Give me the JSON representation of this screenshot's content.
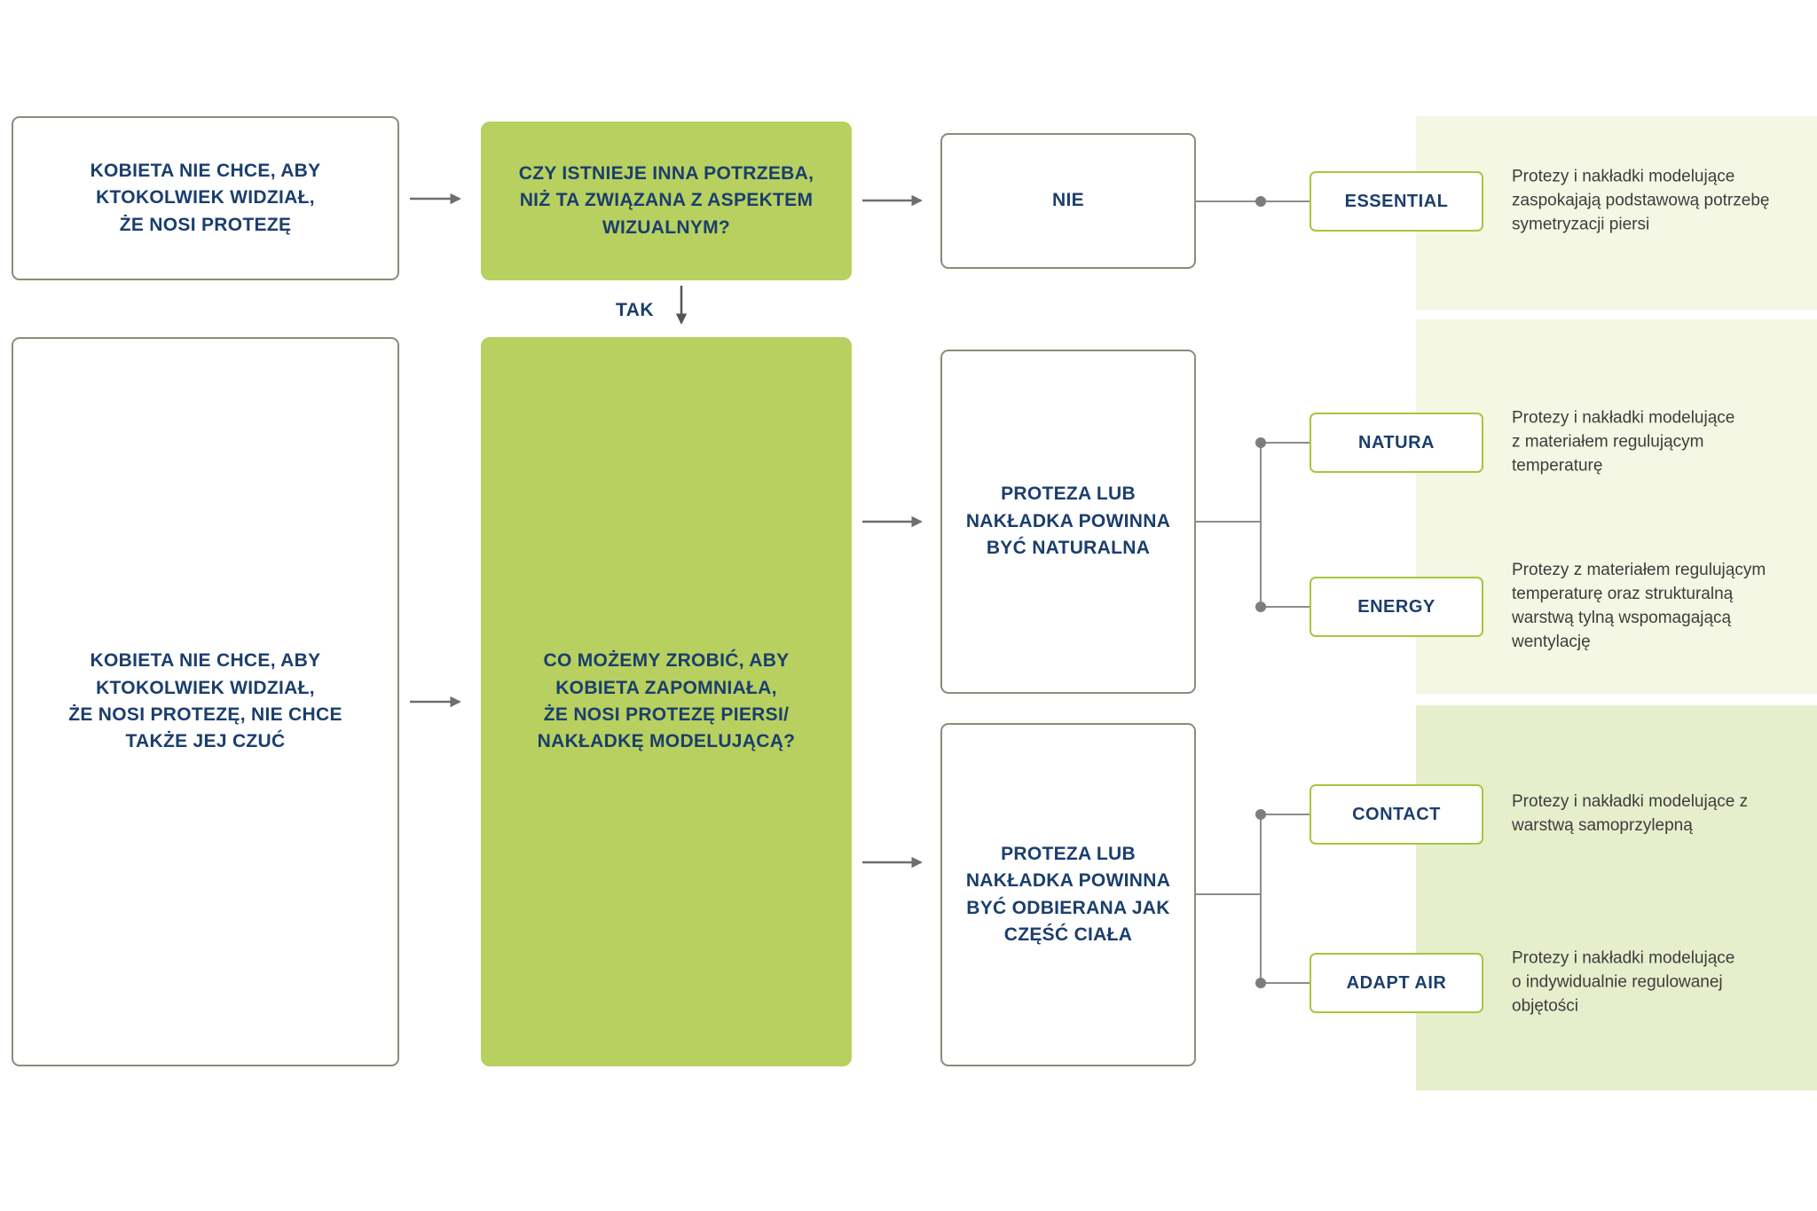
{
  "diagram": {
    "boxes": {
      "need_visual": "KOBIETA NIE CHCE, ABY\nKTOKOLWIEK WIDZIAŁ,\nŻE NOSI PROTEZĘ",
      "question_other_need": "CZY ISTNIEJE INNA POTRZEBA,\nNIŻ TA ZWIĄZANA Z ASPEKTEM\nWIZUALNYM?",
      "answer_no": "NIE",
      "answer_yes": "TAK",
      "need_feel": "KOBIETA NIE CHCE, ABY\nKTOKOLWIEK WIDZIAŁ,\nŻE NOSI PROTEZĘ, NIE CHCE\nTAKŻE JEJ CZUĆ",
      "question_forget": "CO MOŻEMY ZROBIĆ, ABY\nKOBIETA ZAPOMNIAŁA,\nŻE NOSI PROTEZĘ PIERSI/\nNAKŁADKĘ MODELUJĄCĄ?",
      "result_natural": "PROTEZA LUB\nNAKŁADKA POWINNA\nBYĆ NATURALNA",
      "result_body_part": "PROTEZA LUB\nNAKŁADKA POWINNA\nBYĆ ODBIERANA JAK\nCZĘŚĆ CIAŁA"
    },
    "products": [
      {
        "label": "ESSENTIAL",
        "desc": "Protezy i nakładki modelujące\nzaspokajają podstawową potrzebę\nsymetryzacji piersi"
      },
      {
        "label": "NATURA",
        "desc": "Protezy i nakładki modelujące\nz materiałem regulującym\ntemperaturę"
      },
      {
        "label": "ENERGY",
        "desc": "Protezy z materiałem regulującym\ntemperaturę oraz strukturalną\nwarstwą tylną wspomagającą\nwentylację"
      },
      {
        "label": "CONTACT",
        "desc": "Protezy i nakładki modelujące z\nwarstwą samoprzylepną"
      },
      {
        "label": "ADAPT AIR",
        "desc": "Protezy i nakładki modelujące\no indywidualnie regulowanej\nobjętości"
      }
    ],
    "colors": {
      "accent_green": "#b7d05f",
      "label_border_green": "#a6c73e",
      "navy_text": "#1b3e6d",
      "panel_light": "#f3f7e3",
      "panel_medium": "#e7eecb",
      "box_border": "#8f897c",
      "connector_gray": "#8c8c8c",
      "arrow_gray": "#6e6e6e",
      "desc_text": "#3d3d3d"
    }
  }
}
